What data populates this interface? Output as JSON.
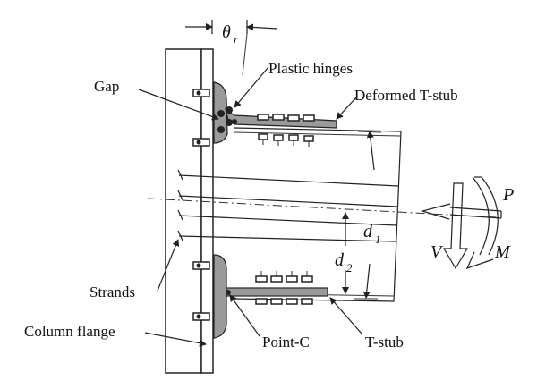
{
  "labels": {
    "theta": "θ",
    "theta_sub": "r",
    "plastic_hinges": "Plastic hinges",
    "gap": "Gap",
    "deformed_tstub": "Deformed T-stub",
    "strands": "Strands",
    "column_flange": "Column flange",
    "point_c": "Point-C",
    "tstub": "T-stub",
    "P": "P",
    "V": "V",
    "M": "M",
    "d1": "d",
    "d1_sub": "1",
    "d2": "d",
    "d2_sub": "2"
  }
}
